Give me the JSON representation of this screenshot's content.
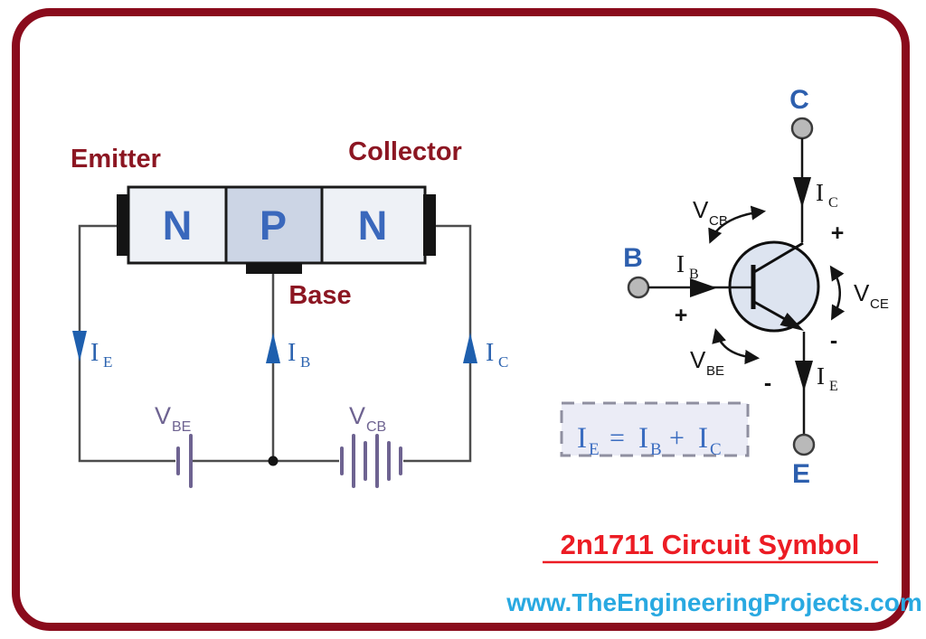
{
  "colors": {
    "frame": "#8a0b1c",
    "dark_red_label": "#8c1622",
    "region_letter_blue": "#3a68bc",
    "terminal_blue": "#2d5fae",
    "arrow_blue": "#1e5fae",
    "source_label_purple": "#6e6391",
    "wire_gray": "#4d4d4d",
    "symbol_fill": "#dde4f0",
    "n_region_fill": "#eef1f6",
    "p_region_fill": "#ccd5e5",
    "equation_blue": "#3a6cc0",
    "title_red": "#ec1c24",
    "website_blue": "#29a9e1"
  },
  "npn_diagram": {
    "emitter_label": "Emitter",
    "collector_label": "Collector",
    "base_label": "Base",
    "regions": [
      "N",
      "P",
      "N"
    ],
    "currents": {
      "ie": {
        "symbol": "I",
        "sub": "E"
      },
      "ib": {
        "symbol": "I",
        "sub": "B"
      },
      "ic": {
        "symbol": "I",
        "sub": "C"
      }
    },
    "sources": {
      "vbe": {
        "symbol": "V",
        "sub": "BE"
      },
      "vcb": {
        "symbol": "V",
        "sub": "CB"
      }
    }
  },
  "circuit_symbol": {
    "terminals": {
      "collector": "C",
      "base": "B",
      "emitter": "E"
    },
    "currents": {
      "ic": {
        "symbol": "I",
        "sub": "C"
      },
      "ib": {
        "symbol": "I",
        "sub": "B"
      },
      "ie": {
        "symbol": "I",
        "sub": "E"
      }
    },
    "voltages": {
      "vcb": {
        "symbol": "V",
        "sub": "CB"
      },
      "vce": {
        "symbol": "V",
        "sub": "CE"
      },
      "vbe": {
        "symbol": "V",
        "sub": "BE"
      }
    },
    "polarities": {
      "base_plus": "+",
      "collector_plus": "+",
      "collector_minus": "-",
      "emitter_minus": "-"
    },
    "equation": {
      "lhs": {
        "symbol": "I",
        "sub": "E"
      },
      "equals": "=",
      "term1": {
        "symbol": "I",
        "sub": "B"
      },
      "plus": "+",
      "term2": {
        "symbol": "I",
        "sub": "C"
      }
    }
  },
  "footer": {
    "title": "2n1711 Circuit Symbol",
    "website": "www.TheEngineeringProjects.com"
  }
}
